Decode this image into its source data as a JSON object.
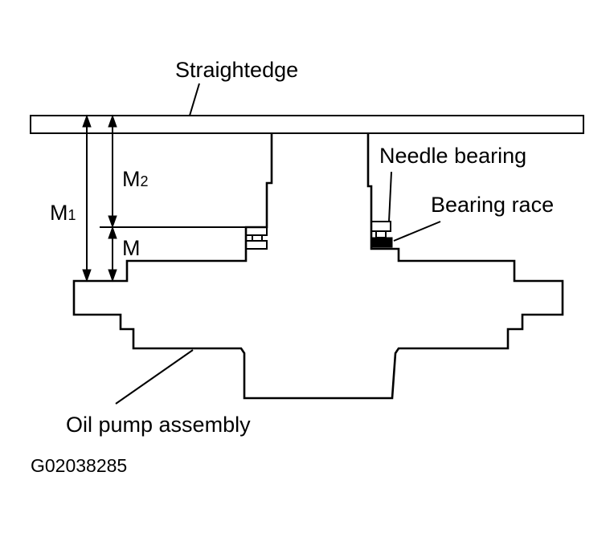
{
  "labels": {
    "straightedge": "Straightedge",
    "needle_bearing": "Needle bearing",
    "bearing_race": "Bearing race",
    "m1_main": "M",
    "m1_sub": "1",
    "m2_main": "M",
    "m2_sub": "2",
    "m": "M",
    "oil_pump": "Oil pump assembly",
    "figure_code": "G02038285"
  }
}
